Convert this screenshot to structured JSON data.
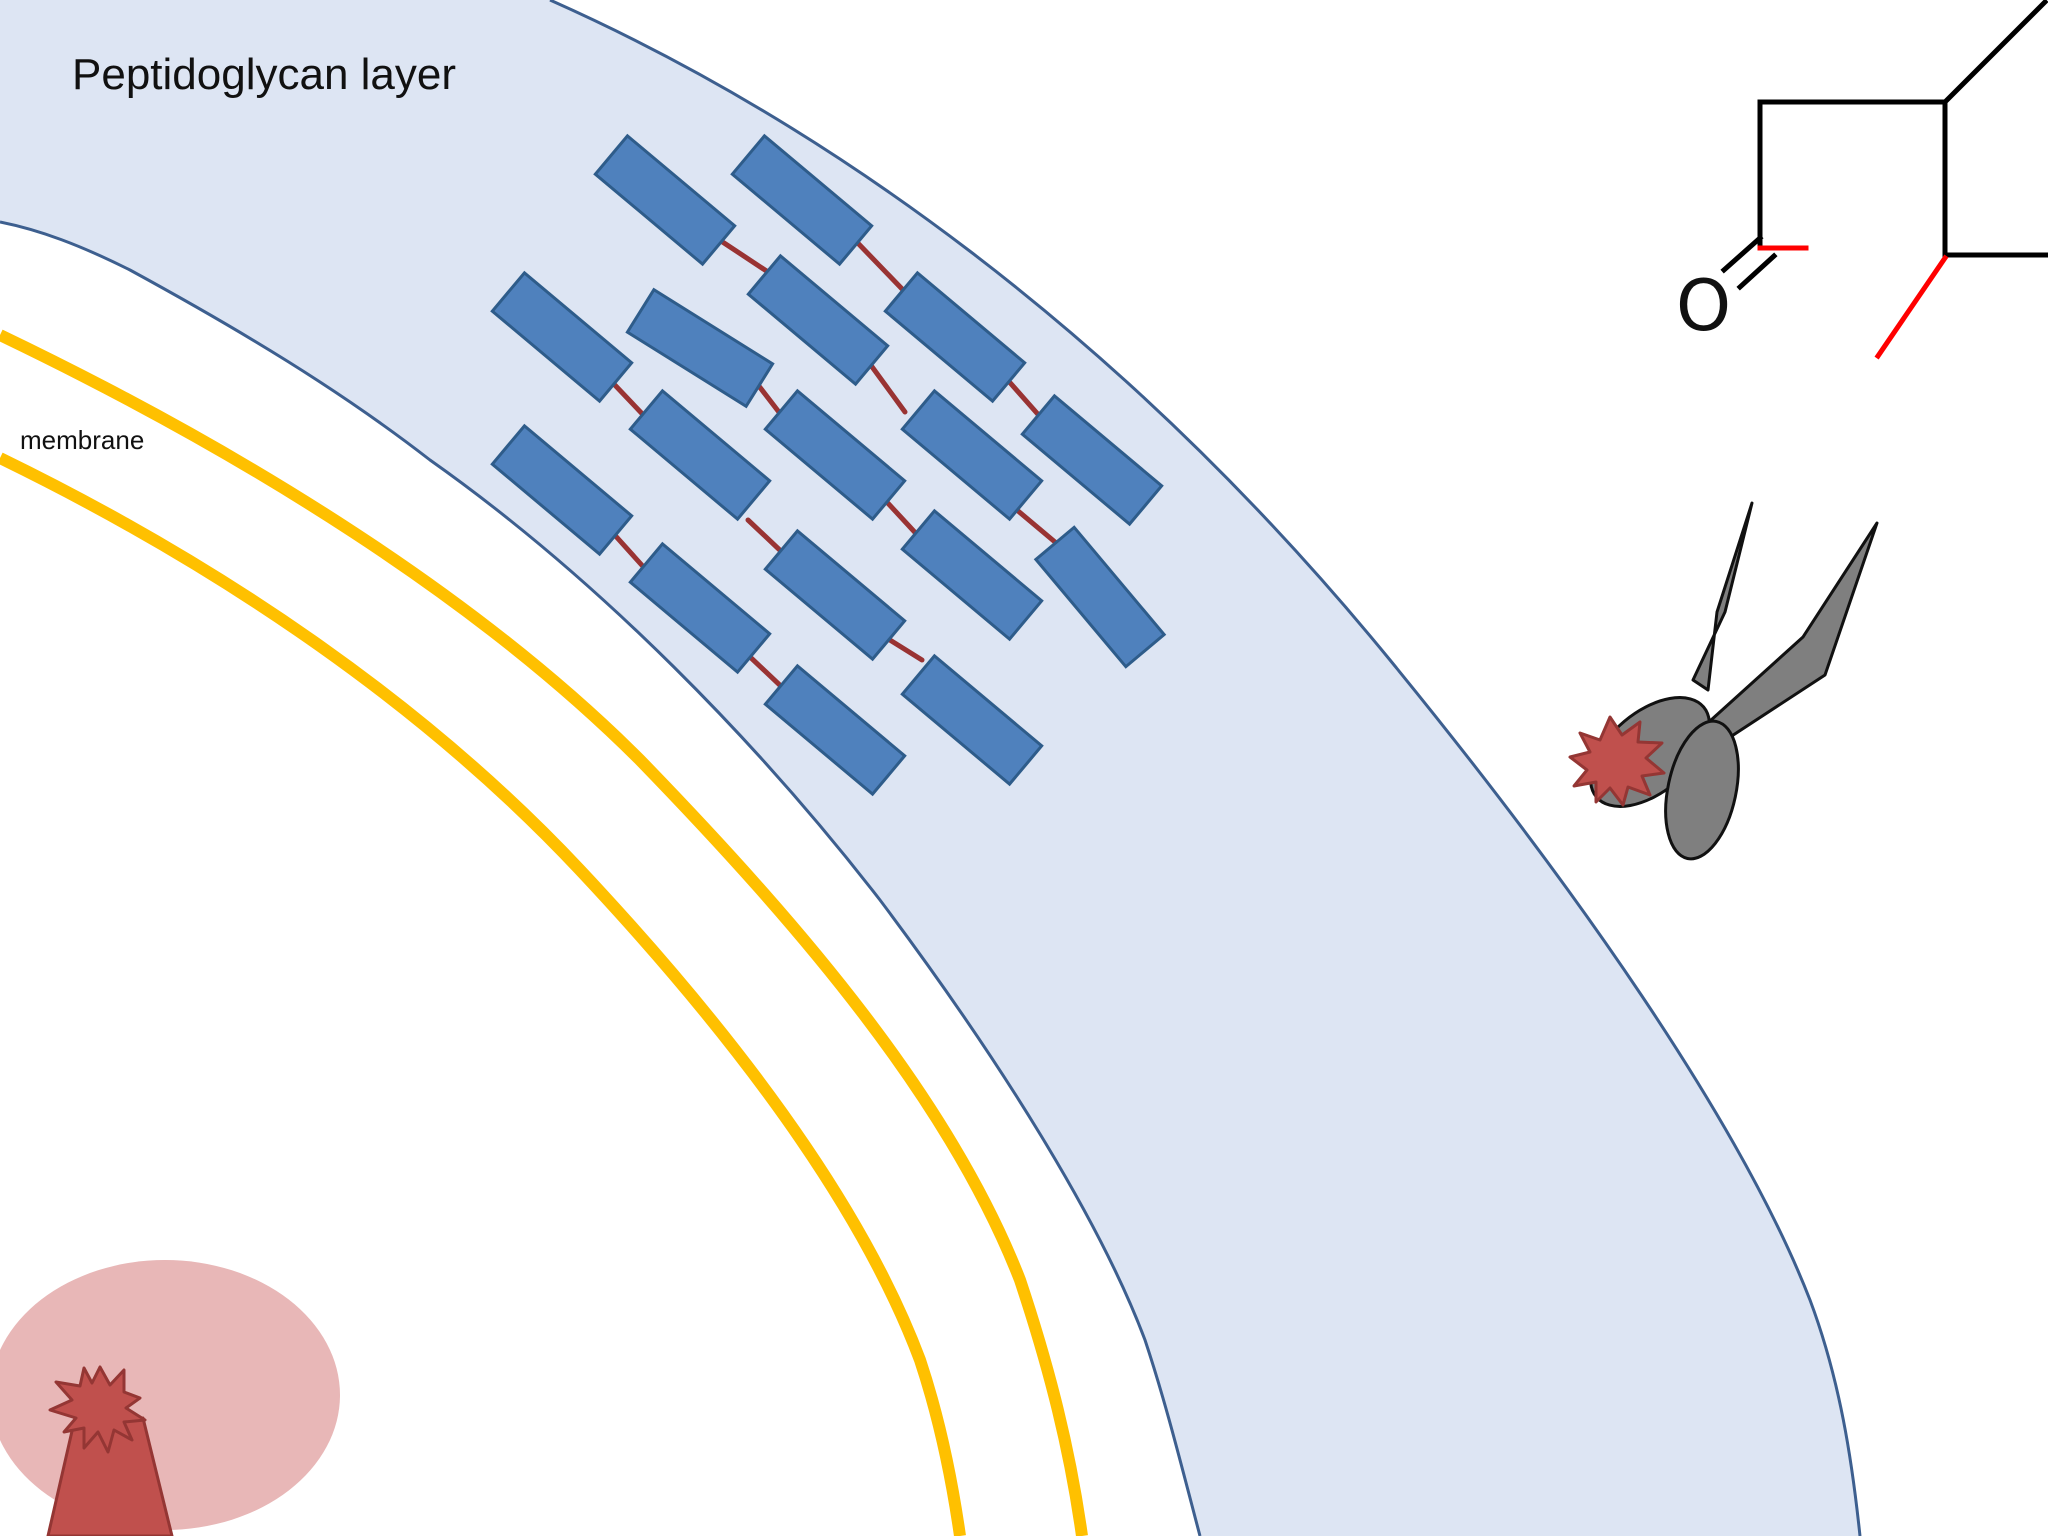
{
  "labels": {
    "title": "Peptidoglycan layer",
    "membrane": "membrane",
    "oxygen": "O"
  },
  "colors": {
    "background": "#ffffff",
    "wall_fill": "#dde5f3",
    "wall_outline": "#3d5f8f",
    "membrane": "#ffc000",
    "glycan_fill": "#4f81bd",
    "glycan_stroke": "#2e5c8a",
    "crosslink": "#993333",
    "bond": "#000000",
    "bond_highlight": "#ff0000",
    "scissors_fill": "#7f7f7f",
    "scissors_stroke": "#111111",
    "burst_fill": "#c0504d",
    "burst_stroke": "#943634",
    "blob_fill": "#e8b7b7",
    "tower_fill": "#c0504d"
  },
  "icons": {
    "scissors": "scissors-icon",
    "cut_spark": "burst-icon",
    "emitter": "emitter-tower-icon"
  }
}
